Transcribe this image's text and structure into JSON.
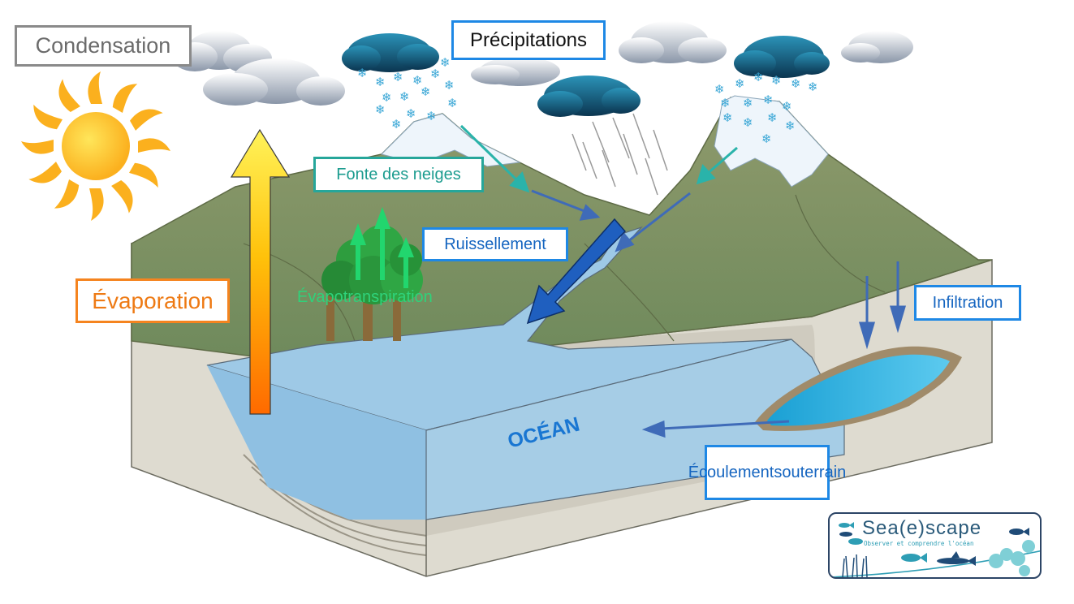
{
  "labels": {
    "condensation": "Condensation",
    "precipitations": "Précipitations",
    "fonte_des_neiges": "Fonte des neiges",
    "ruissellement": "Ruissellement",
    "evaporation": "Évaporation",
    "evapotranspiration": "Évapotranspiration",
    "infiltration": "Infiltration",
    "ecoulement_line1": "Écoulement",
    "ecoulement_line2": "souterrain",
    "ocean": "OCÉAN"
  },
  "logo": {
    "title": "Sea(e)scape",
    "subtitle": "Observer et comprendre l'océan"
  },
  "colors": {
    "precipitation_border": "#1e88e5",
    "condensation_border": "#8a8a8a",
    "evaporation_orange": "#f5841f",
    "snowmelt_teal": "#26a69a",
    "evapotranspiration_green": "#2fd27a",
    "ocean_blue": "#9ec9e6"
  }
}
